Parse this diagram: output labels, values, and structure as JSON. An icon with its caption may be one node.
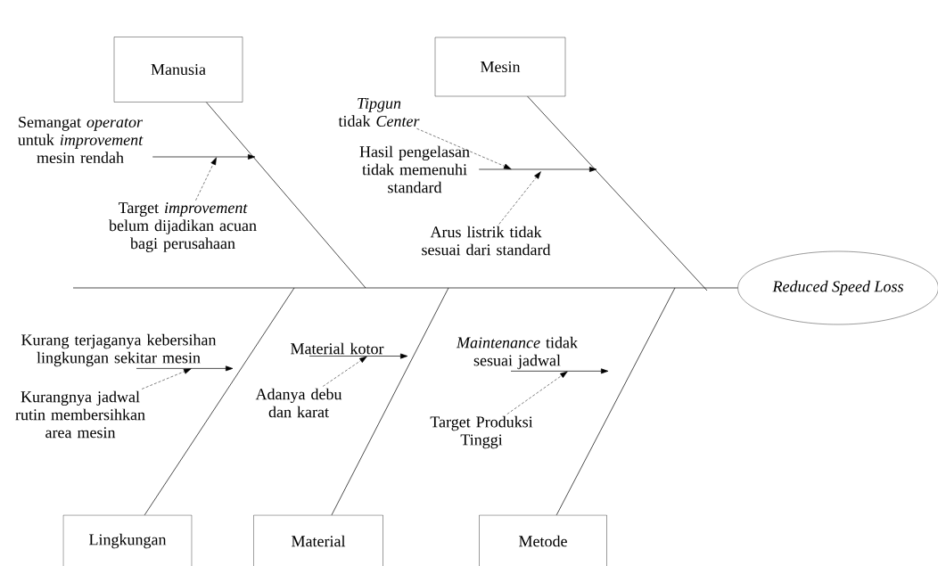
{
  "diagram": {
    "nodes": [
      {
        "text": [
          "Manusia"
        ]
      },
      {
        "text": [
          "Mesin"
        ]
      },
      {
        "text": [
          "Semangat *operator* untuk *improvement* mesin rendah"
        ]
      },
      {
        "text": [
          "Target *improvement* belum dijadikan acuan bagi perusahaan"
        ]
      },
      {
        "text": [
          "*Tipgun* tidak *Center*"
        ]
      },
      {
        "text": [
          "Hasil pengelasan tidak memenuhi standard"
        ]
      },
      {
        "text": [
          "Arus listrik tidak sesuai  dari standard"
        ]
      },
      {
        "text": [
          "Reduced Speed Loss"
        ]
      },
      {
        "text": [
          "Kurang terjaganya kebersihan lingkungan sekitar mesin"
        ]
      },
      {
        "text": [
          "Kurangnya jadwal rutin membersihkan area mesin"
        ]
      },
      {
        "text": [
          "Material kotor"
        ]
      },
      {
        "text": [
          "Adanya debu dan karat"
        ]
      },
      {
        "text": [
          "*Maintenance* tidak sesuai jadwal"
        ]
      },
      {
        "text": [
          "Target Produksi Tinggi"
        ]
      },
      {
        "text": [
          "Lingkungan"
        ]
      },
      {
        "text": [
          "Material"
        ]
      },
      {
        "text": [
          "Metode"
        ]
      }
    ],
    "edges": [
      {
        "from": 0,
        "to": null,
        "arrow": "none"
      },
      {
        "from": 1,
        "to": null,
        "arrow": "none"
      },
      {
        "from": 14,
        "to": null,
        "arrow": "none"
      },
      {
        "from": 15,
        "to": null,
        "arrow": "none"
      },
      {
        "from": 16,
        "to": null,
        "arrow": "none"
      },
      {
        "from": null,
        "to": 7,
        "arrow": "none"
      },
      {
        "from": 2,
        "to": null,
        "arrow": "to"
      },
      {
        "from": 3,
        "to": null,
        "arrow": "to",
        "style": "dashed"
      },
      {
        "from": 4,
        "to": null,
        "arrow": "to",
        "style": "dashed"
      },
      {
        "from": 5,
        "to": null,
        "arrow": "to"
      },
      {
        "from": 6,
        "to": null,
        "arrow": "to",
        "style": "dashed"
      },
      {
        "from": 8,
        "to": null,
        "arrow": "to"
      },
      {
        "from": 9,
        "to": 8,
        "arrow": "to",
        "style": "dashed"
      },
      {
        "from": 10,
        "to": null,
        "arrow": "to"
      },
      {
        "from": 11,
        "to": 10,
        "arrow": "to",
        "style": "dashed"
      },
      {
        "from": 12,
        "to": null,
        "arrow": "to"
      },
      {
        "from": 13,
        "to": 12,
        "arrow": "to",
        "style": "dashed"
      }
    ]
  }
}
